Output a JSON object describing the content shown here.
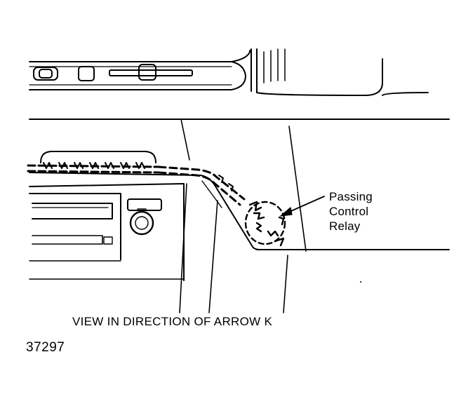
{
  "callout": {
    "line1": "Passing",
    "line2": "Control",
    "line3": "Relay"
  },
  "caption": "VIEW IN DIRECTION OF ARROW K",
  "figure_number": "37297",
  "colors": {
    "ink": "#000000",
    "paper": "#ffffff"
  }
}
